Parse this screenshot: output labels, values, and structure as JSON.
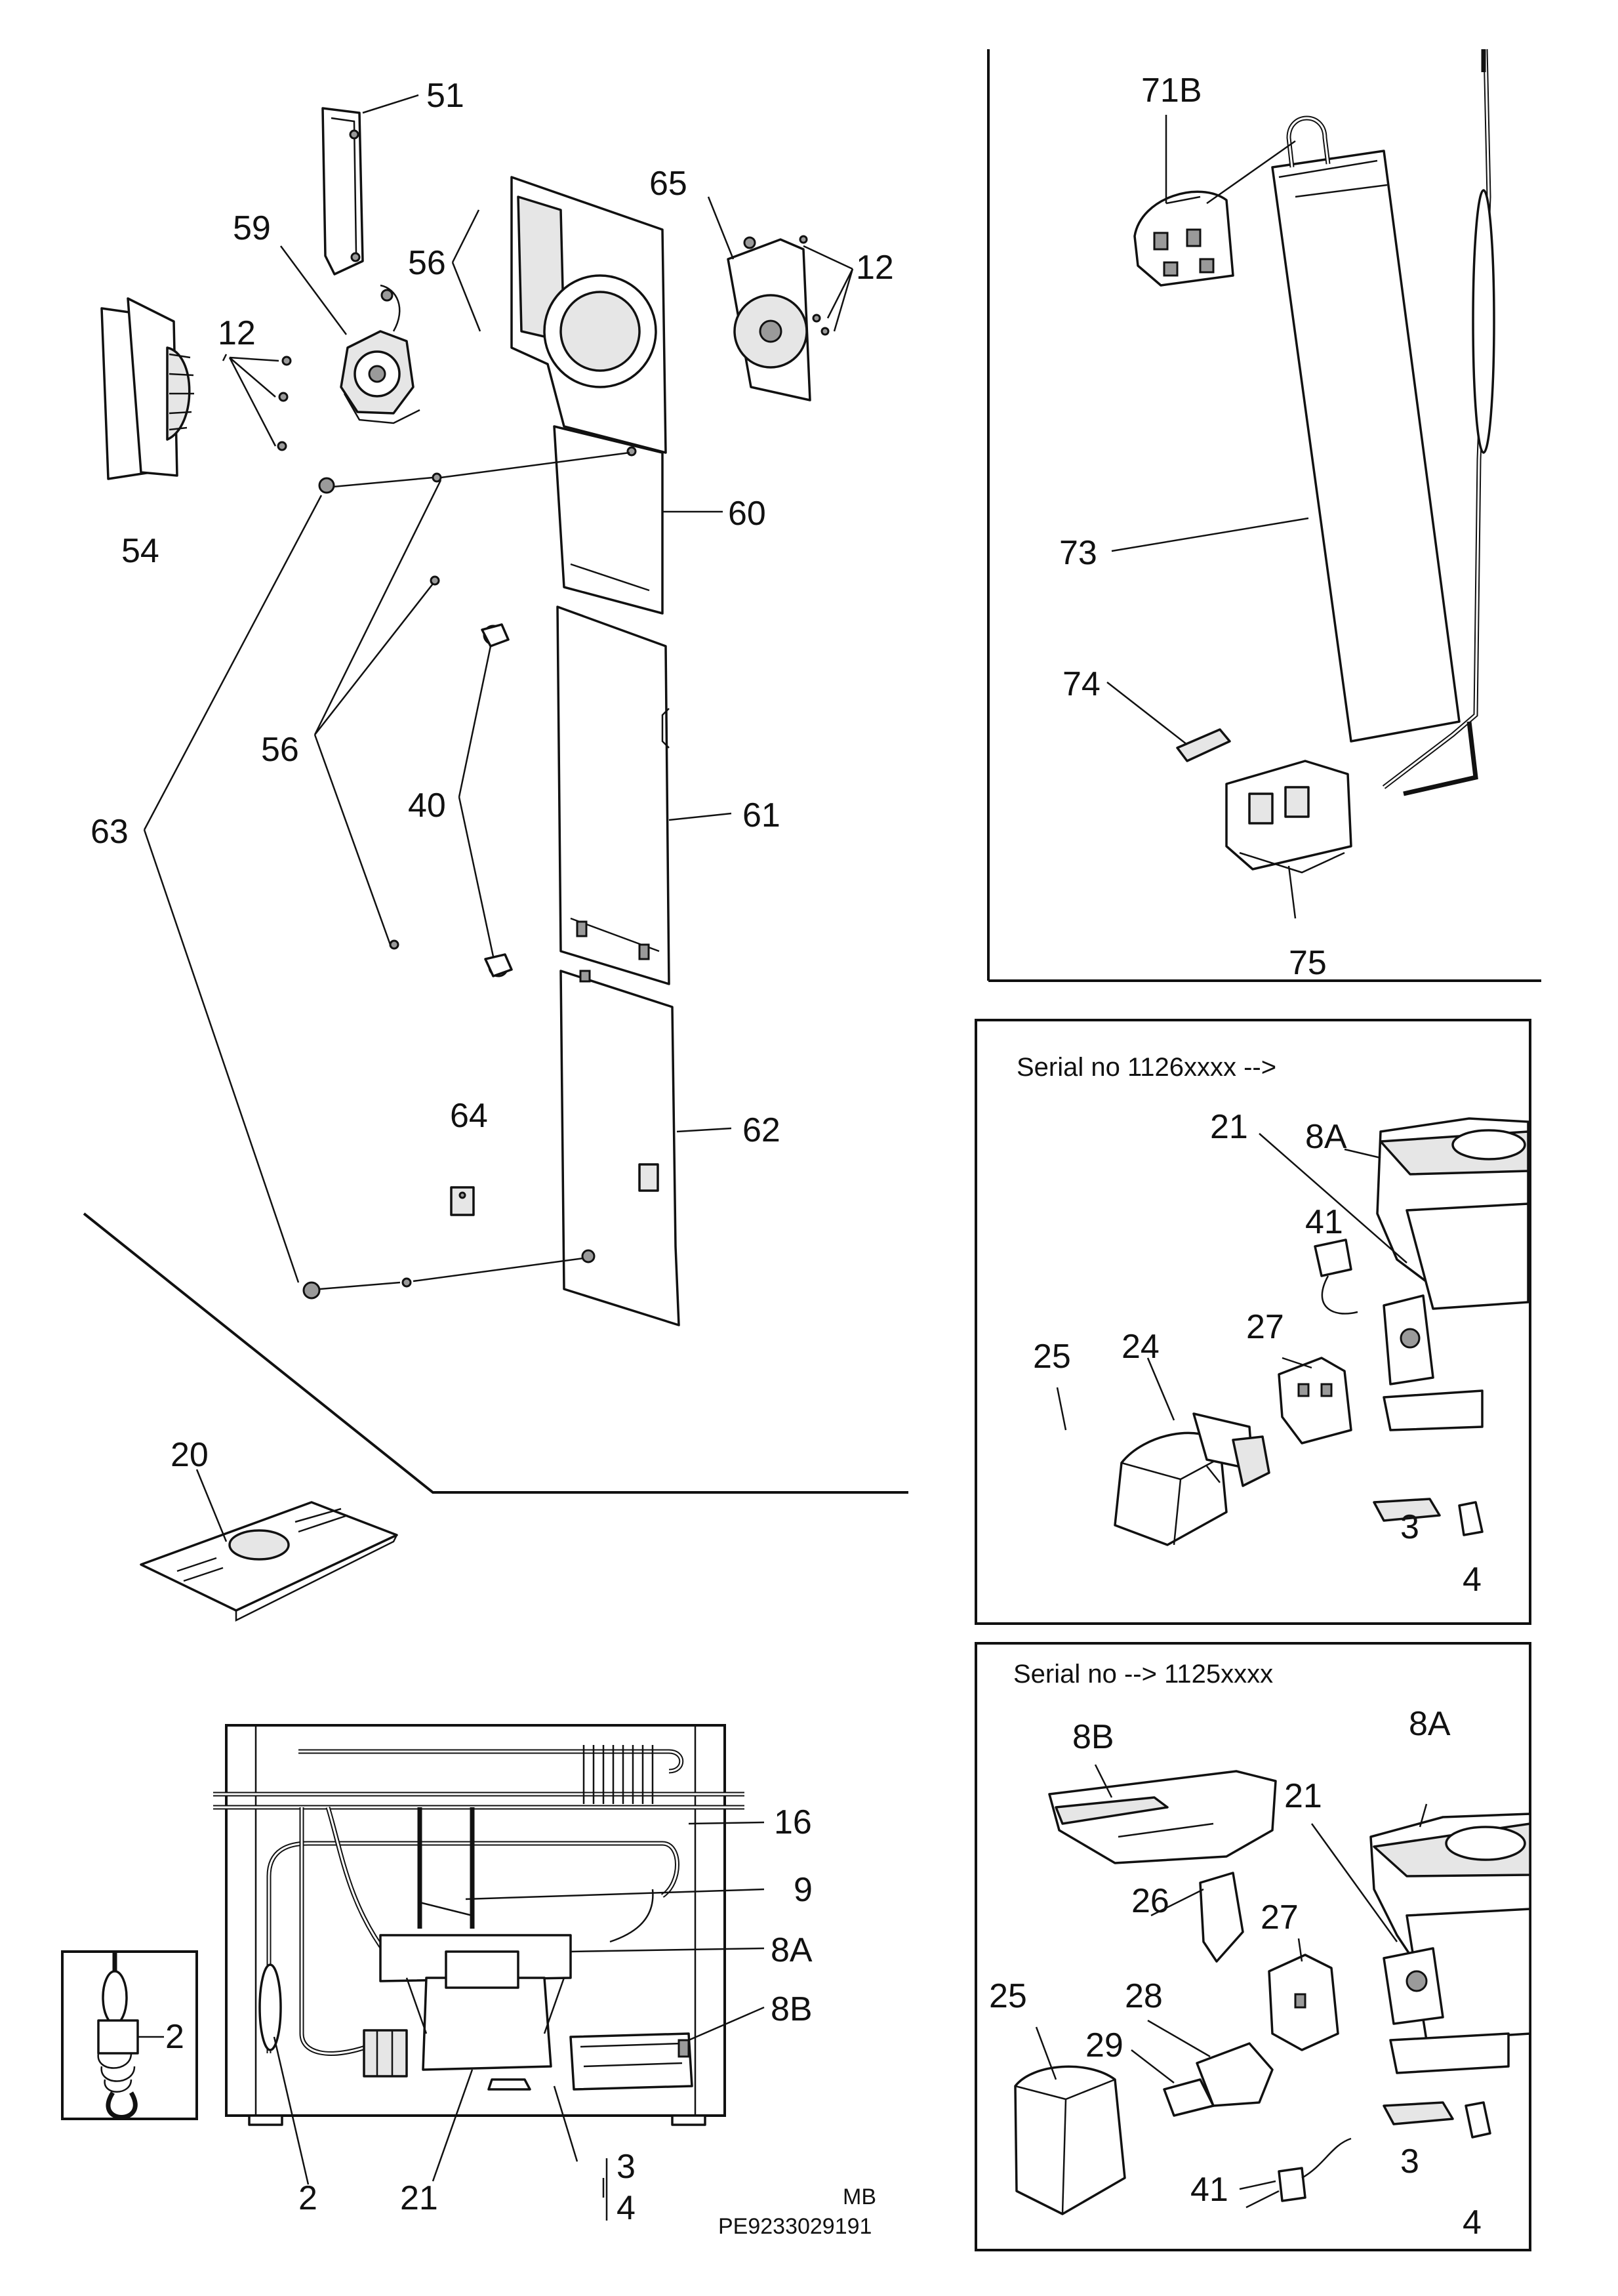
{
  "callouts": {
    "p51": "51",
    "p59": "59",
    "p56a": "56",
    "p65": "65",
    "p12a": "12",
    "p12b": "12",
    "p54": "54",
    "p60": "60",
    "p56b": "56",
    "p40": "40",
    "p63": "63",
    "p61": "61",
    "p64": "64",
    "p62": "62",
    "p20": "20",
    "p71b": "71B",
    "p73": "73",
    "p74": "74",
    "p75": "75",
    "u_21": "21",
    "u_8a": "8A",
    "u_41": "41",
    "u_27": "27",
    "u_25": "25",
    "u_24": "24",
    "u_3": "3",
    "u_4": "4",
    "l_8b": "8B",
    "l_8a": "8A",
    "l_21": "21",
    "l_26": "26",
    "l_27": "27",
    "l_25": "25",
    "l_28": "28",
    "l_29": "29",
    "l_3": "3",
    "l_41": "41",
    "l_4": "4",
    "b_16": "16",
    "b_9": "9",
    "b_8a": "8A",
    "b_8b": "8B",
    "b_2": "2",
    "b_21": "21",
    "b_3": "3",
    "b_4": "4",
    "inset_2": "2"
  },
  "panels": {
    "upper_note": "Serial no 1126xxxx -->",
    "lower_note": "Serial no --> 1125xxxx"
  },
  "footer": {
    "code1": "MB",
    "code2": "PE9233029191"
  }
}
